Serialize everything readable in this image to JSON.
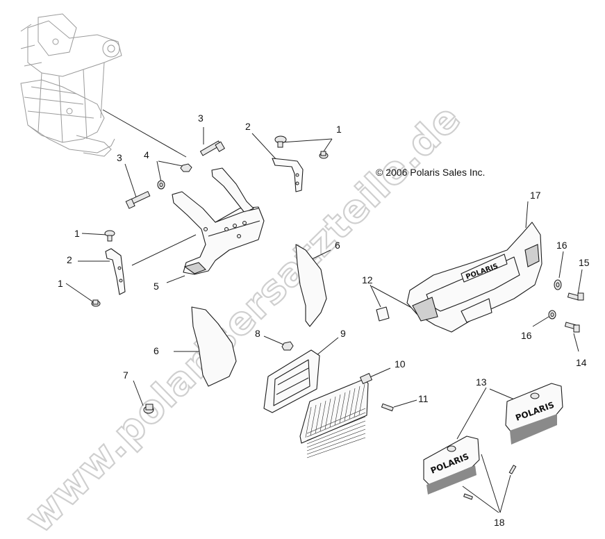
{
  "copyright": "© 2006 Polaris Sales Inc.",
  "watermark": "www.polarisersatzteile.de",
  "logo_text": "POLARIS",
  "callouts": {
    "c1a": "1",
    "c1b": "1",
    "c1c": "1",
    "c2a": "2",
    "c2b": "2",
    "c3a": "3",
    "c3b": "3",
    "c4": "4",
    "c5": "5",
    "c6a": "6",
    "c6b": "6",
    "c7": "7",
    "c8": "8",
    "c9": "9",
    "c10": "10",
    "c11": "11",
    "c12": "12",
    "c13": "13",
    "c14": "14",
    "c15": "15",
    "c16a": "16",
    "c16b": "16",
    "c17": "17",
    "c18": "18"
  }
}
